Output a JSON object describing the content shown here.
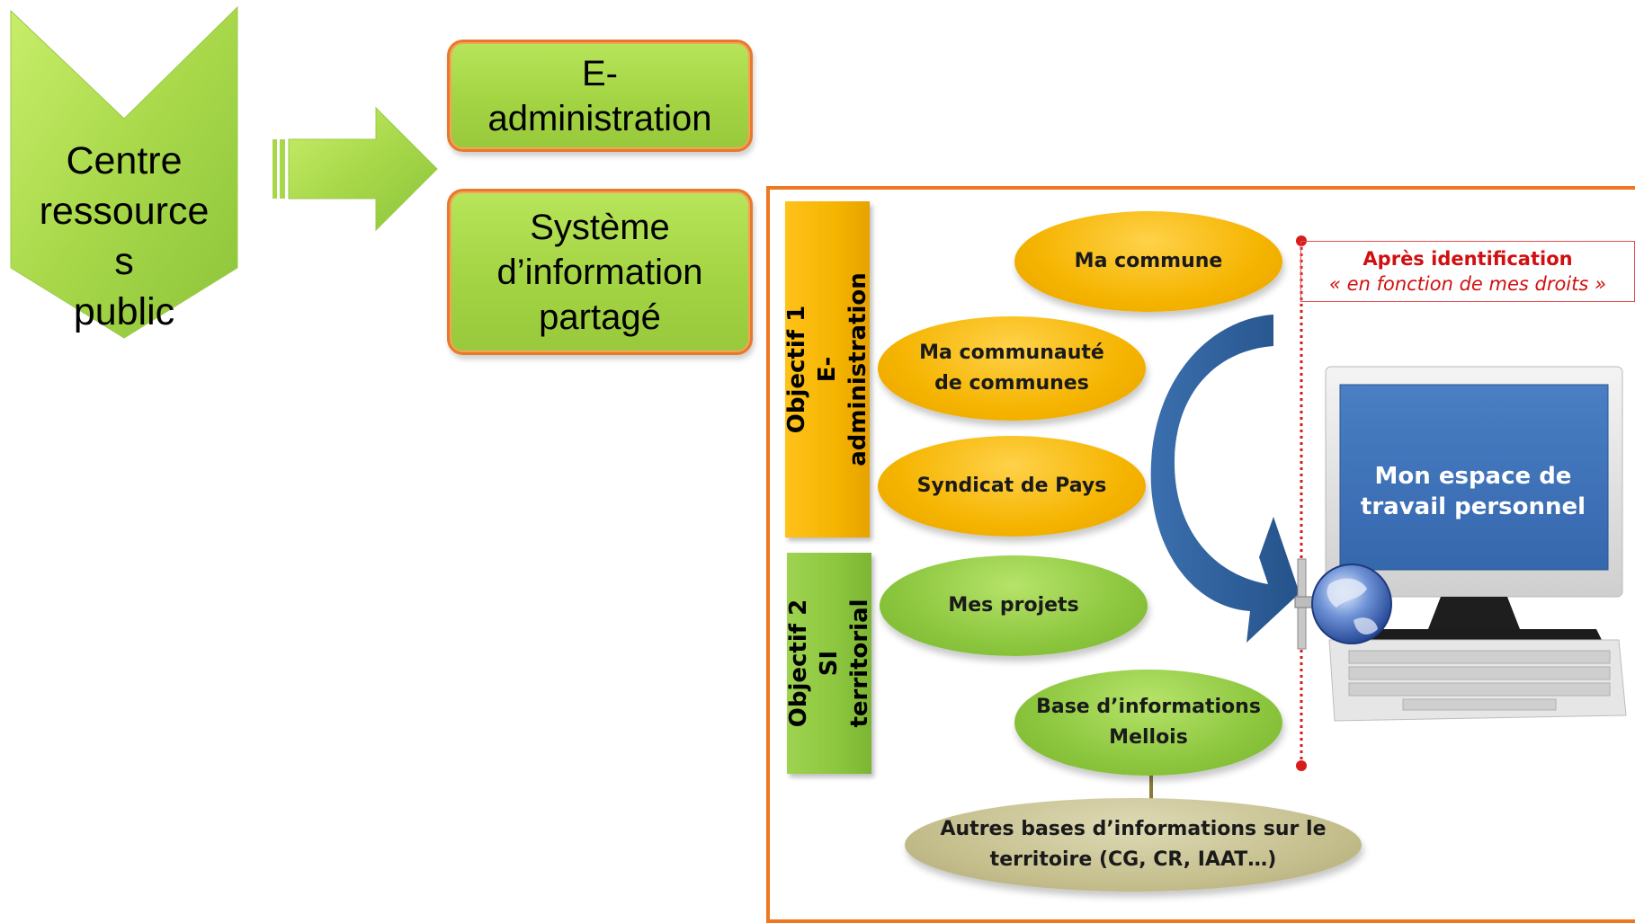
{
  "left": {
    "chevron_text": "Centre\nressource\ns\npublic",
    "box1_text": "E-\nadministration",
    "box2_text": "Système\nd’information\npartagé"
  },
  "panel": {
    "objectif1": "Objectif 1\nE-administration",
    "objectif2": "Objectif 2\nSI territorial",
    "ovals": {
      "ma_commune": "Ma commune",
      "communaute": "Ma communauté\nde communes",
      "syndicat": "Syndicat de Pays",
      "projets": "Mes projets",
      "base_mellois": "Base d’informations\nMellois",
      "autres_bases": "Autres bases d’informations sur le\nterritoire (CG, CR, IAAT…)"
    },
    "note_line1": "Après identification",
    "note_line2": "« en fonction de mes droits »",
    "screen_text": "Mon espace de\ntravail personnel"
  },
  "colors": {
    "panel_border": "#ee7720",
    "orange": "#f5b400",
    "green": "#8cc63e",
    "lime": "#a8d84a",
    "arrow_blue": "#2f5f9a",
    "note_red": "#d01010"
  }
}
